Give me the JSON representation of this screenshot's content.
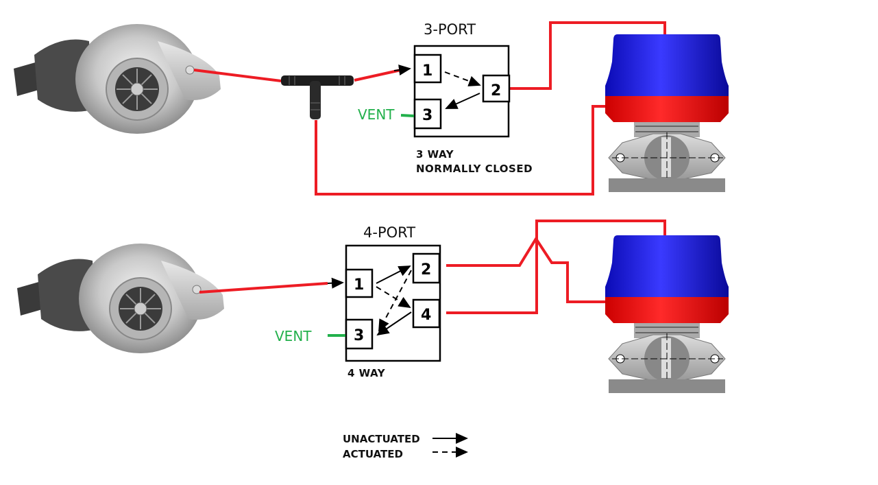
{
  "diagram": {
    "top": {
      "title": "3-PORT",
      "caption_line1": "3 WAY",
      "caption_line2": "NORMALLY CLOSED",
      "vent_label": "VENT",
      "ports": [
        "1",
        "2",
        "3"
      ]
    },
    "bottom": {
      "title": "4-PORT",
      "caption_line1": "4 WAY",
      "vent_label": "VENT",
      "ports": [
        "1",
        "2",
        "3",
        "4"
      ]
    },
    "legend": {
      "unactuated": "UNACTUATED",
      "actuated": "ACTUATED"
    },
    "colors": {
      "hose": "#ed1c24",
      "vent": "#22b04b",
      "wastegate_top": "#1a1aee",
      "wastegate_band": "#ee1111"
    },
    "components": [
      "turbocharger",
      "t-fitting",
      "solenoid-valve",
      "wastegate"
    ]
  }
}
